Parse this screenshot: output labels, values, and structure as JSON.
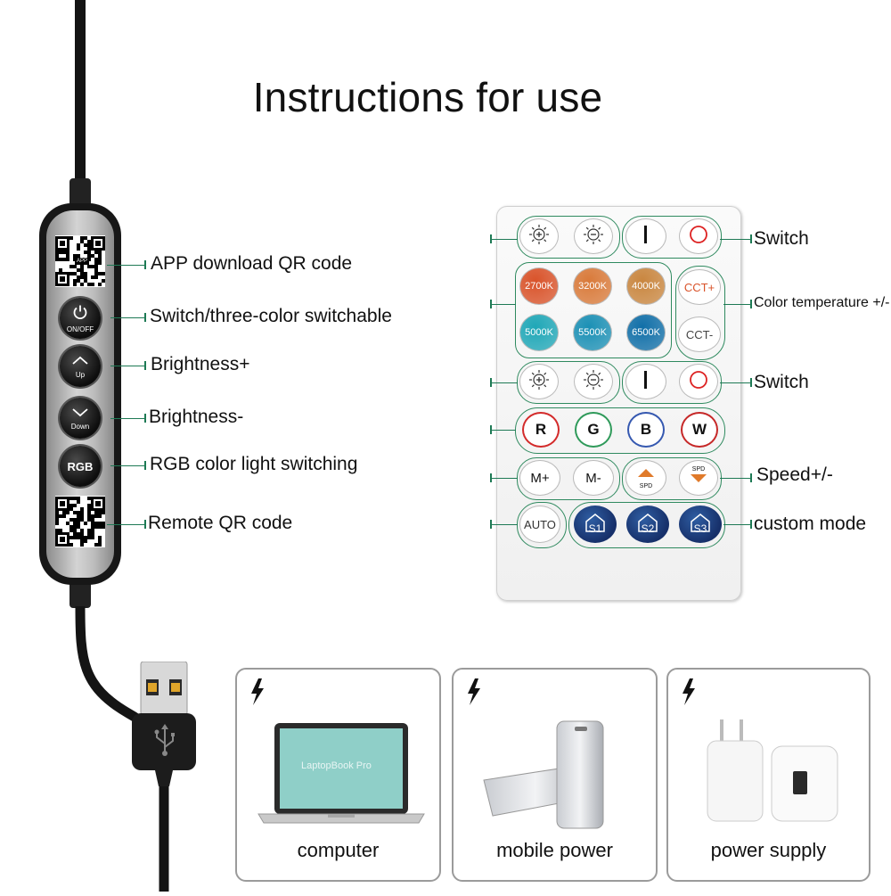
{
  "title": "Instructions for use",
  "controller": {
    "callouts": [
      "APP download QR code",
      "Switch/three-color switchable",
      "Brightness+",
      "Brightness-",
      "RGB color light switching",
      "Remote QR code"
    ],
    "qr_top_label": "APP",
    "buttons": {
      "onoff": "ON/OFF",
      "up": "Up",
      "down": "Down",
      "rgb": "RGB"
    }
  },
  "remote": {
    "callouts": [
      "Switch",
      "Color temperature +/-",
      "Switch",
      "Speed+/-",
      "custom mode"
    ],
    "temps": [
      "2700K",
      "3200K",
      "4000K",
      "5000K",
      "5500K",
      "6500K"
    ],
    "temp_colors": [
      "#d9532a",
      "#d97a3a",
      "#c9863f",
      "#1fa7b7",
      "#1b90b5",
      "#116fa8"
    ],
    "cct": [
      "CCT+",
      "CCT-"
    ],
    "rgbw": [
      "R",
      "G",
      "B",
      "W"
    ],
    "rgbw_colors": [
      "#d32a2a",
      "#2f9a5a",
      "#3558b0",
      "#c62828"
    ],
    "mode_buttons": [
      "M+",
      "M-"
    ],
    "spd_label": "SPD",
    "auto": "AUTO",
    "scenes": [
      "S1",
      "S2",
      "S3"
    ]
  },
  "power_sources": [
    {
      "caption": "computer",
      "screen_text": "LaptopBook Pro"
    },
    {
      "caption": "mobile power"
    },
    {
      "caption": "power supply"
    }
  ],
  "icons": [
    "power-icon",
    "chevron-up-icon",
    "chevron-down-icon",
    "sun-plus-icon",
    "sun-minus-icon",
    "usb-icon",
    "lightning-bolt-icon",
    "house-icon"
  ]
}
